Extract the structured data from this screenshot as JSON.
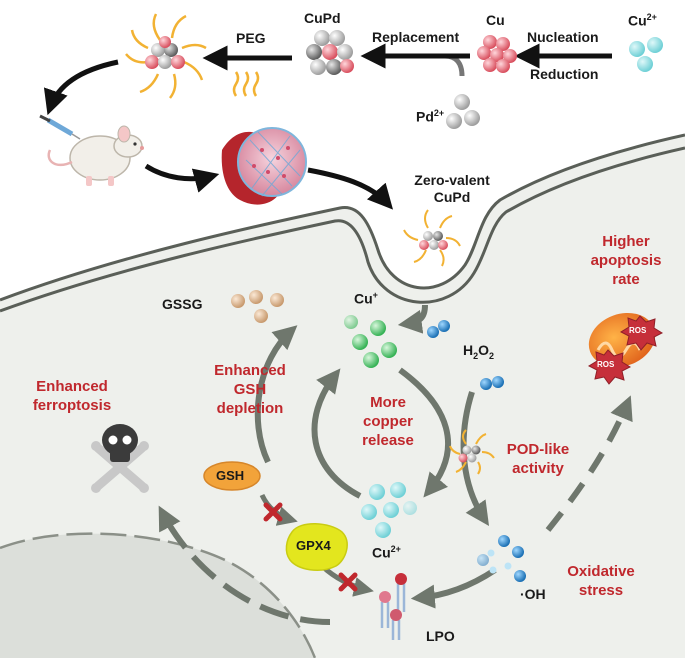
{
  "synthesis": {
    "cu2": "Cu",
    "cu2_charge": "2+",
    "nucleation": "Nucleation",
    "reduction": "Reduction",
    "cu": "Cu",
    "replacement": "Replacement",
    "pd2": "Pd",
    "pd2_charge": "2+",
    "cupd": "CuPd",
    "peg": "PEG"
  },
  "delivery": {
    "zero_valent_line1": "Zero-valent",
    "zero_valent_line2": "CuPd"
  },
  "cell": {
    "gssg": "GSSG",
    "cu_plus": "Cu",
    "cu_plus_charge": "+",
    "h2o2": "H",
    "h2o2_sub1": "2",
    "h2o2_mid": "O",
    "h2o2_sub2": "2",
    "higher_apoptosis_line1": "Higher",
    "higher_apoptosis_line2": "apoptosis",
    "higher_apoptosis_line3": "rate",
    "ros": "ROS",
    "enhanced_gsh_line1": "Enhanced",
    "enhanced_gsh_line2": "GSH",
    "enhanced_gsh_line3": "depletion",
    "more_copper_line1": "More",
    "more_copper_line2": "copper",
    "more_copper_line3": "release",
    "enhanced_ferroptosis_line1": "Enhanced",
    "enhanced_ferroptosis_line2": "ferroptosis",
    "pod_line1": "POD-like",
    "pod_line2": "activity",
    "gsh": "GSH",
    "gpx4": "GPX4",
    "cu2_cell": "Cu",
    "cu2_cell_charge": "2+",
    "oxidative_line1": "Oxidative",
    "oxidative_line2": "stress",
    "oh": "·OH",
    "lpo": "LPO"
  },
  "colors": {
    "label_red": "#c0282d",
    "cyan_ion": "#7fd8dc",
    "copper_pink": "#e06a78",
    "pd_gray": "#c9c9c9",
    "cu_plus_green": "#4fc46a",
    "cell_fill": "#eef0ec",
    "membrane": "#5a5f58",
    "gsh_orange": "#f2a33a",
    "gpx4_yellow": "#e3e61e",
    "ros_red": "#c62f3a"
  }
}
